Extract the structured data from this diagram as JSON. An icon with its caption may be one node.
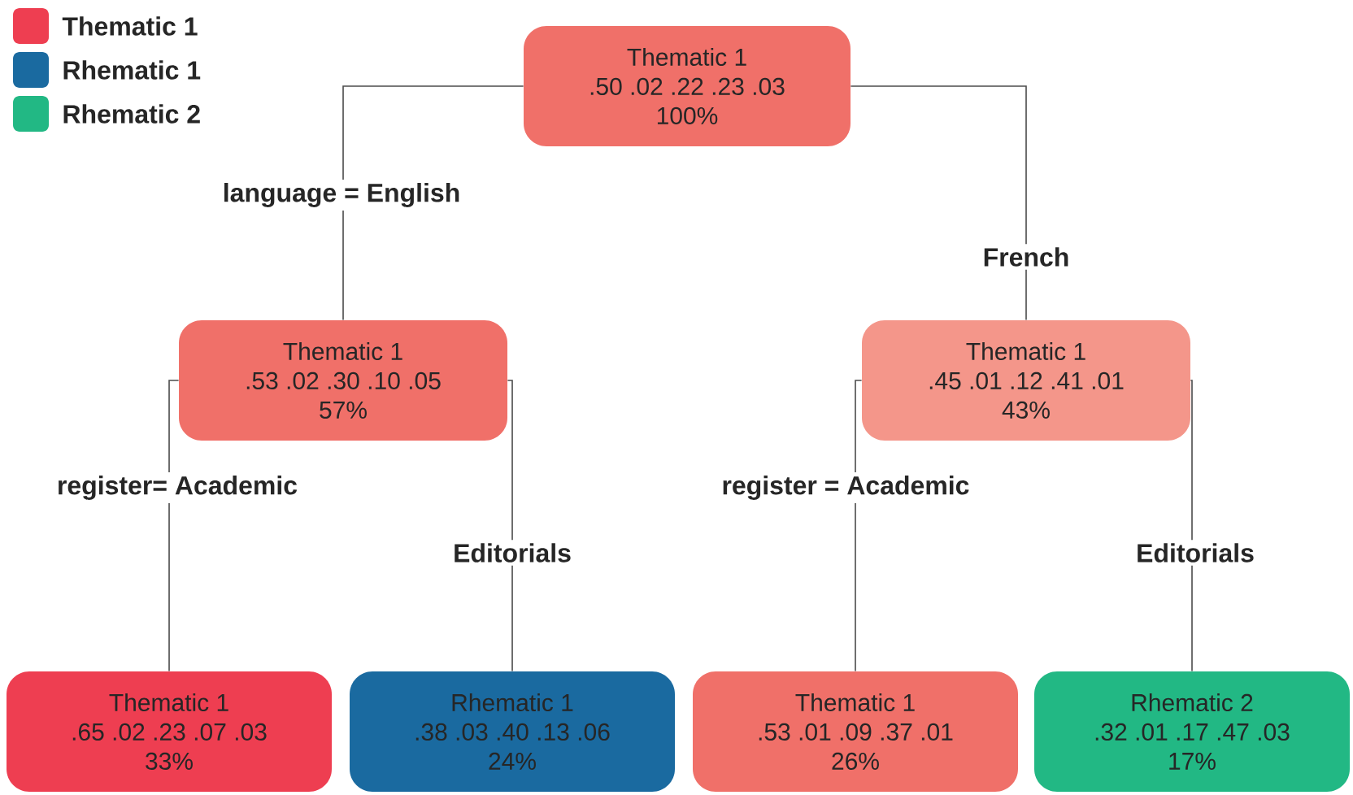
{
  "diagram": {
    "nodes": [
      {
        "text": [
          "Thematic 1",
          ".50  .02  .22  .23  .03",
          "100%"
        ]
      },
      {
        "text": [
          "Thematic 1",
          ".53  .02  .30  .10  .05",
          "57%"
        ]
      },
      {
        "text": [
          "Thematic 1",
          ".45  .01  .12  .41  .01",
          "43%"
        ]
      },
      {
        "text": [
          "Thematic 1",
          ".65  .02  .23  .07  .03",
          "33%"
        ]
      },
      {
        "text": [
          "Rhematic 1",
          ".38  .03  .40  .13  .06",
          "24%"
        ]
      },
      {
        "text": [
          "Thematic 1",
          ".53  .01  .09  .37  .01",
          "26%"
        ]
      },
      {
        "text": [
          "Rhematic 2",
          ".32  .01  .17  .47  .03",
          "17%"
        ]
      }
    ],
    "edges": [
      {
        "from": 0,
        "to": 1,
        "arrow": "none",
        "label": "language = English"
      },
      {
        "from": 0,
        "to": 2,
        "arrow": "none",
        "label": "French"
      },
      {
        "from": 1,
        "to": 3,
        "arrow": "none",
        "label": "register= Academic"
      },
      {
        "from": 1,
        "to": 4,
        "arrow": "none",
        "label": "Editorials"
      },
      {
        "from": 2,
        "to": 5,
        "arrow": "none",
        "label": "register = Academic"
      },
      {
        "from": 2,
        "to": 6,
        "arrow": "none",
        "label": "Editorials"
      }
    ],
    "legend": [
      {
        "text": "Thematic 1",
        "color": "#ee3e51"
      },
      {
        "text": "Rhematic 1",
        "color": "#1a6aa0"
      },
      {
        "text": "Rhematic 2",
        "color": "#22b884"
      }
    ]
  }
}
